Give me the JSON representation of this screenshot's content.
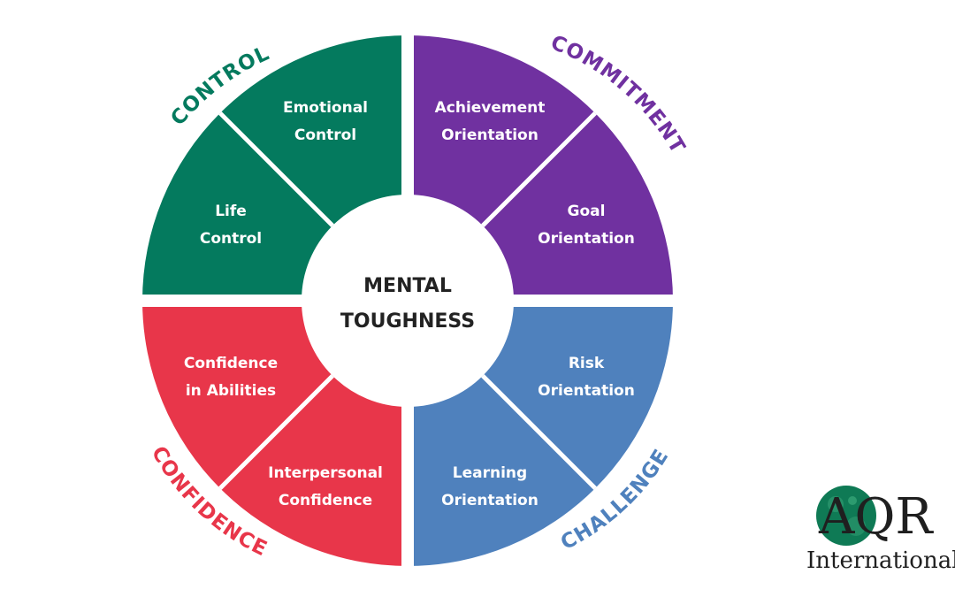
{
  "center": {
    "line1": "MENTAL",
    "line2": "TOUGHNESS"
  },
  "colors": {
    "control": "#047a5e",
    "commitment": "#7031a0",
    "challenge": "#4f81bd",
    "confidence": "#e8364a",
    "center": "#ffffff",
    "divider": "#ffffff"
  },
  "quadrants": {
    "control": {
      "title": "CONTROL",
      "segments": [
        {
          "line1": "Emotional",
          "line2": "Control"
        },
        {
          "line1": "Life",
          "line2": "Control"
        }
      ]
    },
    "commitment": {
      "title": "COMMITMENT",
      "segments": [
        {
          "line1": "Achievement",
          "line2": "Orientation"
        },
        {
          "line1": "Goal",
          "line2": "Orientation"
        }
      ]
    },
    "challenge": {
      "title": "CHALLENGE",
      "segments": [
        {
          "line1": "Risk",
          "line2": "Orientation"
        },
        {
          "line1": "Learning",
          "line2": "Orientation"
        }
      ]
    },
    "confidence": {
      "title": "CONFIDENCE",
      "segments": [
        {
          "line1": "Confidence",
          "line2": "in Abilities"
        },
        {
          "line1": "Interpersonal",
          "line2": "Confidence"
        }
      ]
    }
  },
  "logo": {
    "brand": "AQR",
    "tagline": "International",
    "icon": "aqr-globe-logo"
  }
}
